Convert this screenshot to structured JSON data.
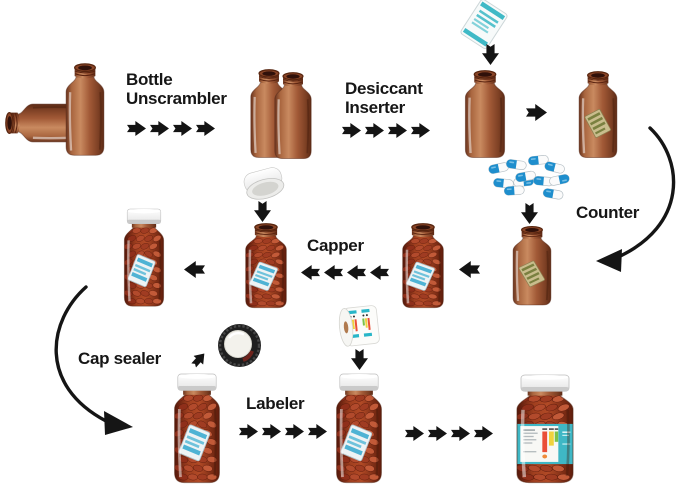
{
  "figure": {
    "kind": "pharmaceutical bottle packaging process flow",
    "background": "#ffffff"
  },
  "stages": {
    "unscrambler": {
      "line1": "Bottle",
      "line2": "Unscrambler"
    },
    "desiccant_inserter": {
      "line1": "Desiccant",
      "line2": "Inserter"
    },
    "counter": {
      "label": "Counter"
    },
    "capper": {
      "label": "Capper"
    },
    "cap_sealer": {
      "label": "Cap sealer"
    },
    "labeler": {
      "label": "Labeler"
    }
  },
  "colors": {
    "text": "#161616",
    "arrow": "#141414",
    "amber_glass": "#a25a37",
    "pill_fill": "#b14a26",
    "cap_white": "#f0f0ee",
    "capsule_blue": "#1e8ecd",
    "desiccant_sachet_teal": "#3fb9c6",
    "desiccant_pouch_tan": "#c9bd8d",
    "label_teal": "#3fb7c5",
    "label_bar_red": "#ea4f38",
    "label_bar_yellow": "#f0d23e",
    "label_bar_green": "#7cc24a"
  },
  "icons": {
    "flow_arrow": "notched solid right arrow",
    "curved_arrow": "curved connector arrow",
    "bottle": "amber pill bottle",
    "capsules": "blue-white capsules pile",
    "desiccant_sachet": "white-teal desiccant sachet",
    "cap": "white screw cap",
    "seal_liner": "cap with foil seal (top view)",
    "label_roll": "printed label roll"
  }
}
